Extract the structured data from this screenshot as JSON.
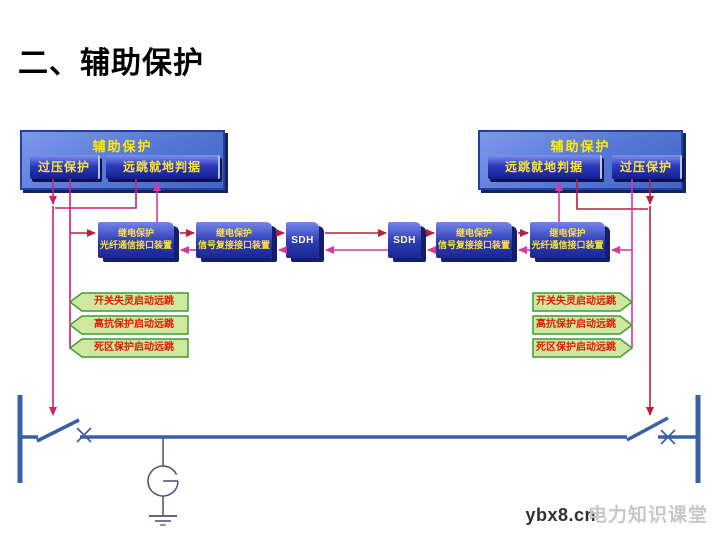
{
  "title": "二、辅助保护",
  "clusters": {
    "left": {
      "title": "辅助保护",
      "overvoltage": "过压保护",
      "remote_trip": "远跳就地判据"
    },
    "right": {
      "title": "辅助保护",
      "remote_trip": "远跳就地判据",
      "overvoltage": "过压保护"
    }
  },
  "chain": {
    "fiber_left": {
      "line1": "继电保护",
      "line2": "光纤通信接口装置"
    },
    "mux_left": {
      "line1": "继电保护",
      "line2": "信号复接接口装置"
    },
    "sdh_left": "SDH",
    "sdh_right": "SDH",
    "mux_right": {
      "line1": "继电保护",
      "line2": "信号复接接口装置"
    },
    "fiber_right": {
      "line1": "继电保护",
      "line2": "光纤通信接口装置"
    }
  },
  "trip_signals": {
    "breaker_failure": "开关失灵启动远跳",
    "reactor_protection": "高抗保护启动远跳",
    "dead_zone": "死区保护启动远跳"
  },
  "watermark": {
    "site": "ybx8.cn",
    "name": "电力知识课堂"
  },
  "colors": {
    "chain_forward_red": "#b5213c",
    "chain_back_magenta": "#d6399b",
    "left_signal_magenta": "#cc2277",
    "panel_blue": "#5577d6",
    "device_box_blue": "#2c3cb2",
    "signal_arrow_green_fill": "#cfe89f",
    "signal_arrow_green_border": "#3f9c36",
    "signal_text_red": "#e01800",
    "label_yellow": "#ffe23a",
    "circuit_blue": "#3a5fa8"
  }
}
